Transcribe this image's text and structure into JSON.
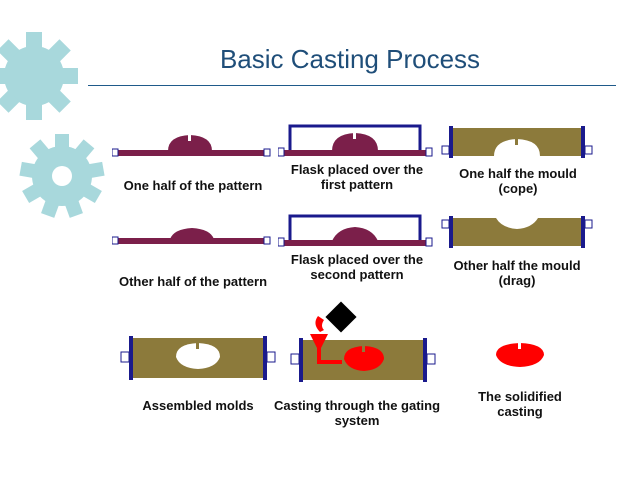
{
  "title": "Basic Casting Process",
  "colors": {
    "title": "#1f4e79",
    "rule": "#1f5a8a",
    "gear": "#a8d8dc",
    "pattern": "#7b1f4a",
    "sand": "#8c7a3b",
    "flask": "#1a1a8c",
    "metal": "#ff0000",
    "ladle": "#000000"
  },
  "icons": [
    "gear-icon-large",
    "gear-icon-small"
  ],
  "steps": [
    {
      "label": "One half of the pattern"
    },
    {
      "label": "Flask placed over the first pattern"
    },
    {
      "label": "One half  the mould (cope)"
    },
    {
      "label": "Other half of the pattern"
    },
    {
      "label": "Flask placed over the second pattern"
    },
    {
      "label": "Other half  the mould (drag)"
    },
    {
      "label": "Assembled molds"
    },
    {
      "label": "Casting through the gating system"
    },
    {
      "label": "The solidified casting"
    }
  ]
}
